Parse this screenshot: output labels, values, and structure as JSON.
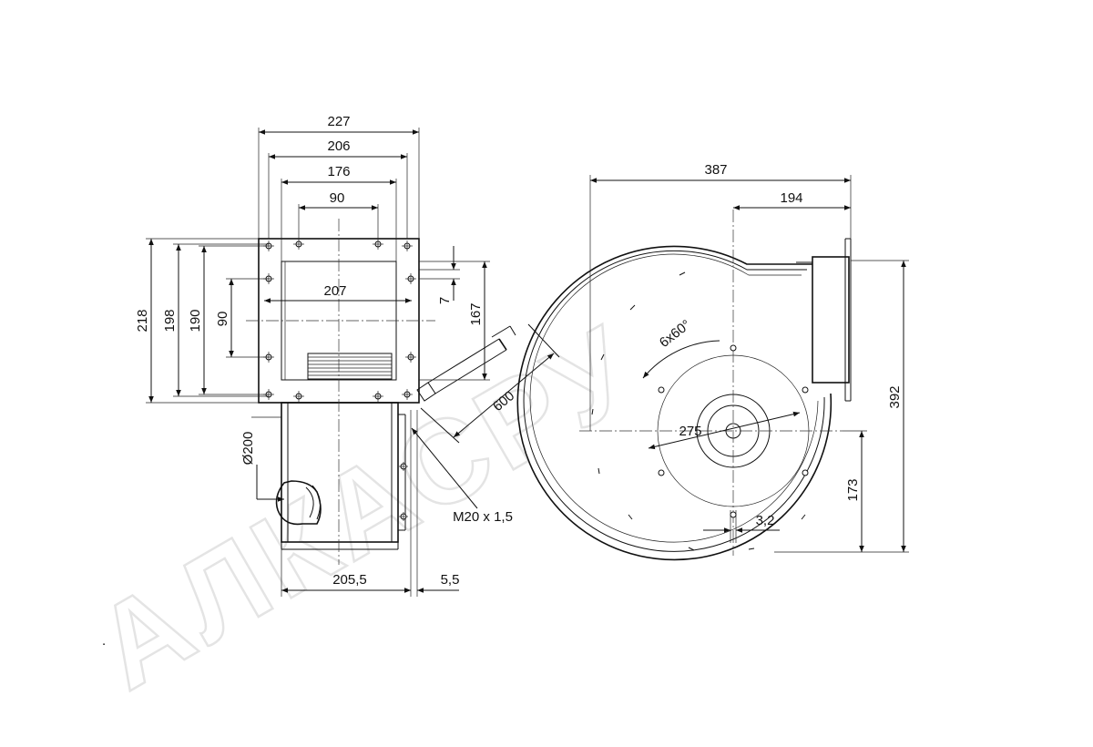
{
  "watermark": "АЛКАСРУ",
  "front_view": {
    "width_227": "227",
    "width_206": "206",
    "width_176": "176",
    "width_90": "90",
    "inner_207": "207",
    "height_218": "218",
    "height_198": "198",
    "height_190": "190",
    "height_90": "90",
    "offset_7": "7",
    "height_167": "167",
    "cable_600": "600",
    "diameter_200": "Ø200",
    "thread": "M20 x 1,5",
    "depth_205_5": "205,5",
    "depth_5_5": "5,5"
  },
  "side_view": {
    "width_387": "387",
    "width_194": "194",
    "angle": "6x60°",
    "diameter_275": "275",
    "height_392": "392",
    "height_173": "173",
    "hole_3_2": "3,2"
  },
  "footnote": "."
}
